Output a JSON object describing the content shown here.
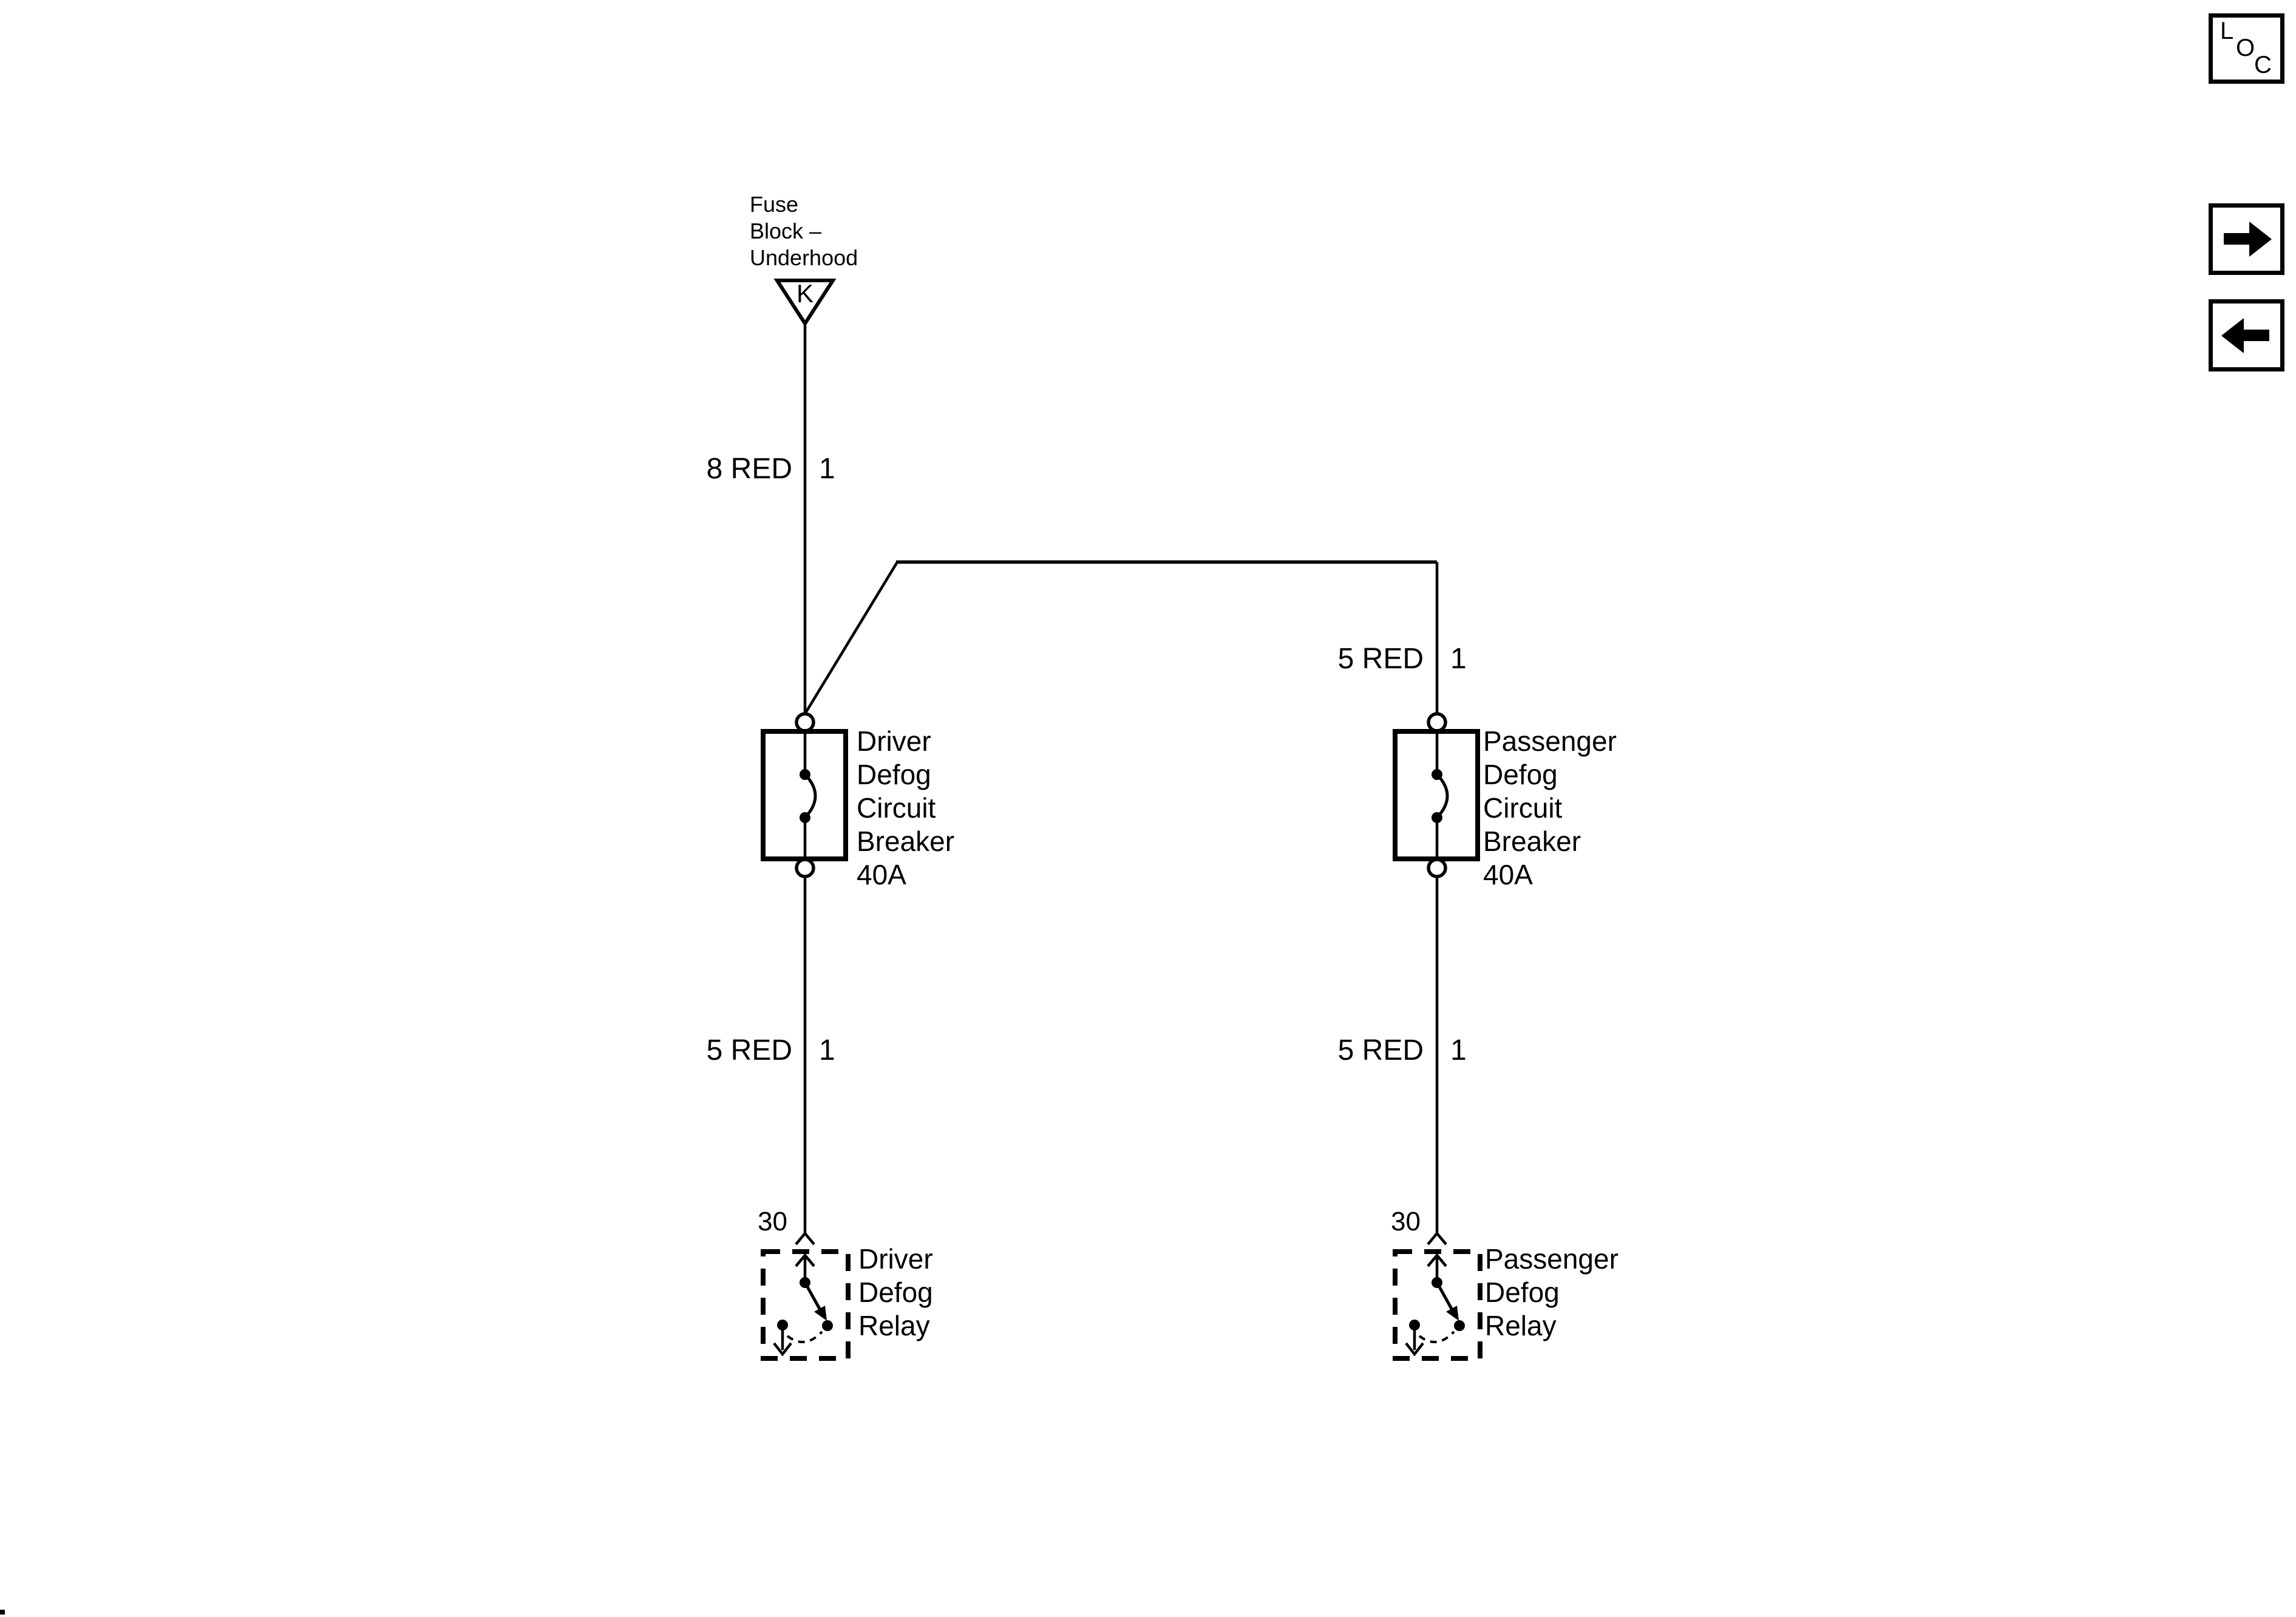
{
  "colors": {
    "ink": "#000000",
    "background": "#ffffff"
  },
  "nav": {
    "loc_button": {
      "l": "L",
      "o": "O",
      "c": "C"
    }
  },
  "diagram": {
    "fuse_block": {
      "label": "Fuse\nBlock –\nUnderhood",
      "grid_letter": "K"
    },
    "wires": {
      "feed_8red": {
        "gauge": "8 RED",
        "circuit": "1"
      },
      "passenger_upper": {
        "gauge": "5 RED",
        "circuit": "1"
      },
      "driver_lower": {
        "gauge": "5 RED",
        "circuit": "1"
      },
      "passenger_lower": {
        "gauge": "5 RED",
        "circuit": "1"
      }
    },
    "components": {
      "driver_breaker_label": "Driver\nDefog\nCircuit\nBreaker\n40A",
      "passenger_breaker_label": "Passenger\nDefog\nCircuit\nBreaker\n40A",
      "driver_relay_label": "Driver\nDefog\nRelay",
      "passenger_relay_label": "Passenger\nDefog\nRelay",
      "driver_relay_terminal": "30",
      "passenger_relay_terminal": "30"
    }
  }
}
